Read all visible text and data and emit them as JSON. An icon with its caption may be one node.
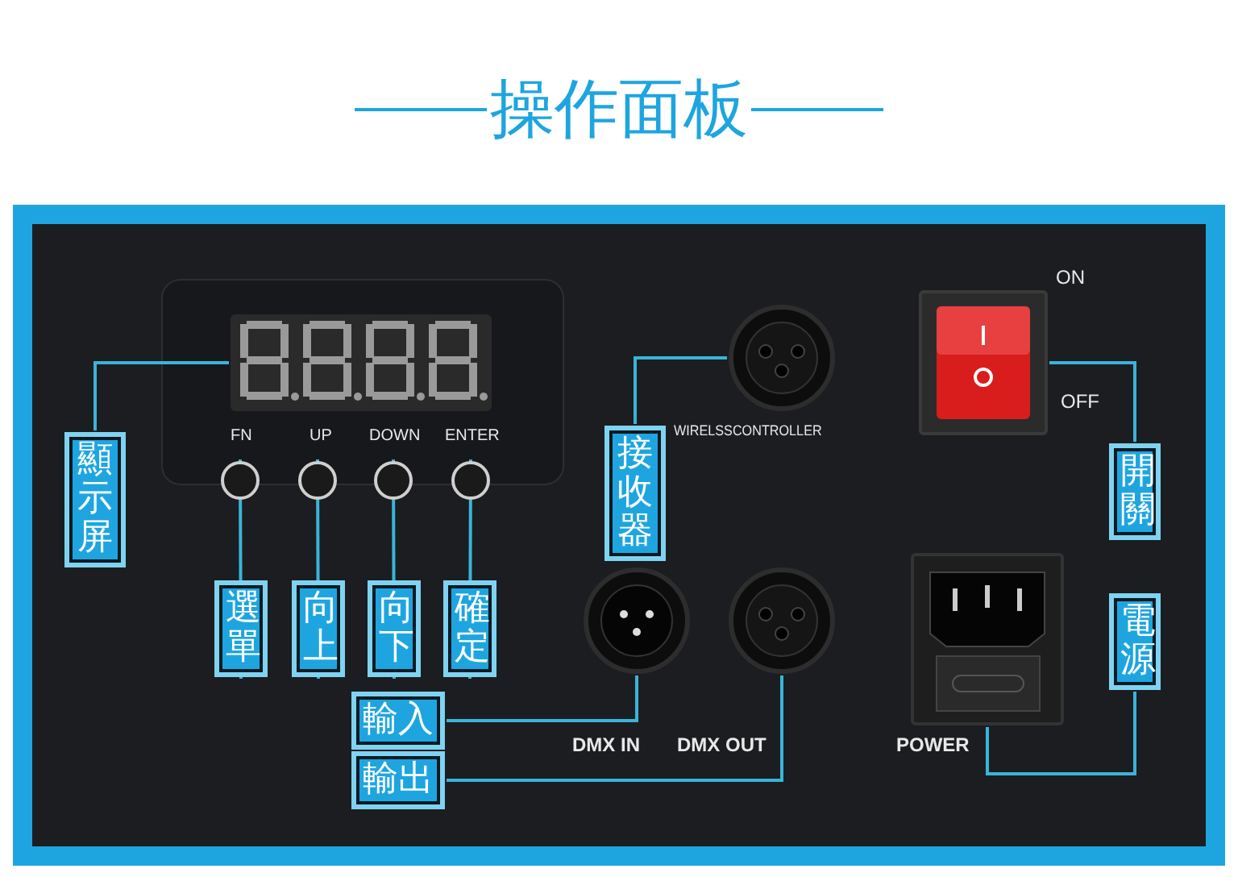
{
  "diagram": {
    "title": "操作面板",
    "nodes": [
      {
        "text": [
          "顯示屏"
        ]
      },
      {
        "text": [],
        "shape": "box"
      },
      {
        "text": [
          "選單"
        ]
      },
      {
        "text": [],
        "shape": "circle"
      },
      {
        "text": [
          "向上"
        ]
      },
      {
        "text": [],
        "shape": "circle"
      },
      {
        "text": [
          "向下"
        ]
      },
      {
        "text": [],
        "shape": "circle"
      },
      {
        "text": [
          "確定"
        ]
      },
      {
        "text": [],
        "shape": "circle"
      },
      {
        "text": [
          "接收器"
        ]
      },
      {
        "text": [],
        "shape": "circle"
      },
      {
        "text": [
          "輸入"
        ]
      },
      {
        "text": [],
        "shape": "circle"
      },
      {
        "text": [
          "輸出"
        ]
      },
      {
        "text": [],
        "shape": "circle"
      },
      {
        "text": [
          "開關"
        ]
      },
      {
        "text": [],
        "shape": "box"
      },
      {
        "text": [
          "電源"
        ]
      },
      {
        "text": [],
        "shape": "box"
      }
    ],
    "edges": [
      {
        "from": 0,
        "to": 1,
        "arrow": "none"
      },
      {
        "from": 2,
        "to": 3,
        "arrow": "none"
      },
      {
        "from": 4,
        "to": 5,
        "arrow": "none"
      },
      {
        "from": 6,
        "to": 7,
        "arrow": "none"
      },
      {
        "from": 8,
        "to": 9,
        "arrow": "none"
      },
      {
        "from": 10,
        "to": 11,
        "arrow": "none"
      },
      {
        "from": 12,
        "to": 13,
        "arrow": "none"
      },
      {
        "from": 14,
        "to": 15,
        "arrow": "none"
      },
      {
        "from": 16,
        "to": 17,
        "arrow": "none"
      },
      {
        "from": 18,
        "to": 19,
        "arrow": "none"
      }
    ],
    "labels": [
      "ON",
      "FN",
      "UP",
      "DOWN",
      "ENTER",
      "OFF",
      "WIRELSSCONTROLLER",
      "DMX IN",
      "DMX OUT",
      "POWER"
    ]
  }
}
